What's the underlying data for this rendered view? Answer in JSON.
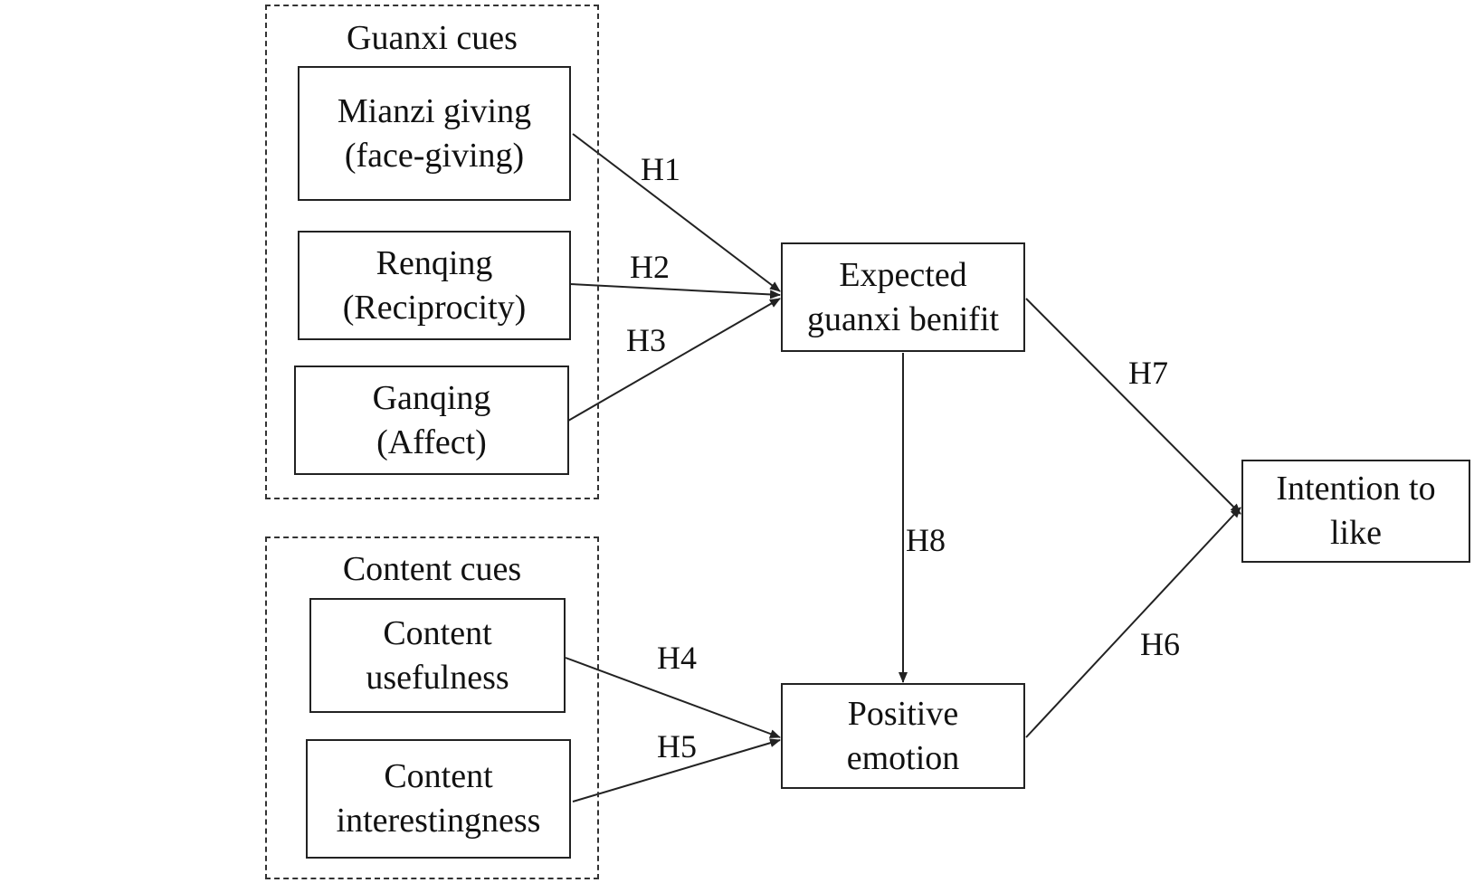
{
  "groups": {
    "guanxi": {
      "title": "Guanxi cues"
    },
    "content": {
      "title": "Content cues"
    }
  },
  "nodes": {
    "mianzi": {
      "line1": "Mianzi giving",
      "line2": "(face-giving)"
    },
    "renqing": {
      "line1": "Renqing",
      "line2": "(Reciprocity)"
    },
    "ganqing": {
      "line1": "Ganqing",
      "line2": "(Affect)"
    },
    "usefulness": {
      "line1": "Content",
      "line2": "usefulness"
    },
    "interestingness": {
      "line1": "Content",
      "line2": "interestingness"
    },
    "expected_benefit": {
      "line1": "Expected",
      "line2": "guanxi benifit"
    },
    "positive_emotion": {
      "line1": "Positive",
      "line2": "emotion"
    },
    "intention": {
      "line1": "Intention to",
      "line2": "like"
    }
  },
  "hypotheses": {
    "h1": "H1",
    "h2": "H2",
    "h3": "H3",
    "h4": "H4",
    "h5": "H5",
    "h6": "H6",
    "h7": "H7",
    "h8": "H8"
  },
  "edges": [
    {
      "from": "mianzi",
      "to": "expected_benefit",
      "label": "h1"
    },
    {
      "from": "renqing",
      "to": "expected_benefit",
      "label": "h2"
    },
    {
      "from": "ganqing",
      "to": "expected_benefit",
      "label": "h3"
    },
    {
      "from": "usefulness",
      "to": "positive_emotion",
      "label": "h4"
    },
    {
      "from": "interestingness",
      "to": "positive_emotion",
      "label": "h5"
    },
    {
      "from": "positive_emotion",
      "to": "intention",
      "label": "h6"
    },
    {
      "from": "expected_benefit",
      "to": "intention",
      "label": "h7"
    },
    {
      "from": "expected_benefit",
      "to": "positive_emotion",
      "label": "h8"
    }
  ],
  "colors": {
    "line": "#222222",
    "text": "#111111",
    "background": "#ffffff"
  }
}
